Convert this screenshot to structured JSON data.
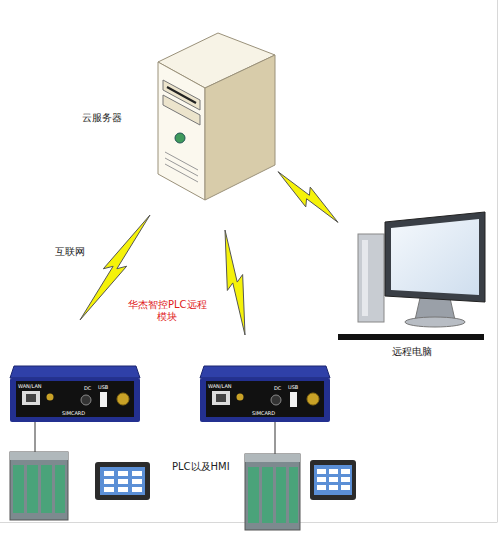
{
  "diagram": {
    "nodes": [
      {
        "text": [
          "云服务器"
        ]
      },
      {
        "text": [
          "远程电脑"
        ]
      }
    ],
    "edges": [
      {
        "from": 0,
        "to": 1,
        "arrow": "none"
      }
    ],
    "labels": [
      "互联网",
      "华杰智控PLC远程 模块",
      "WAN/LAN",
      "DC",
      "USB",
      "SIMCARD",
      "WAN/LAN",
      "DC",
      "USB",
      "SIMCARD",
      "PLC以及HMI"
    ]
  }
}
